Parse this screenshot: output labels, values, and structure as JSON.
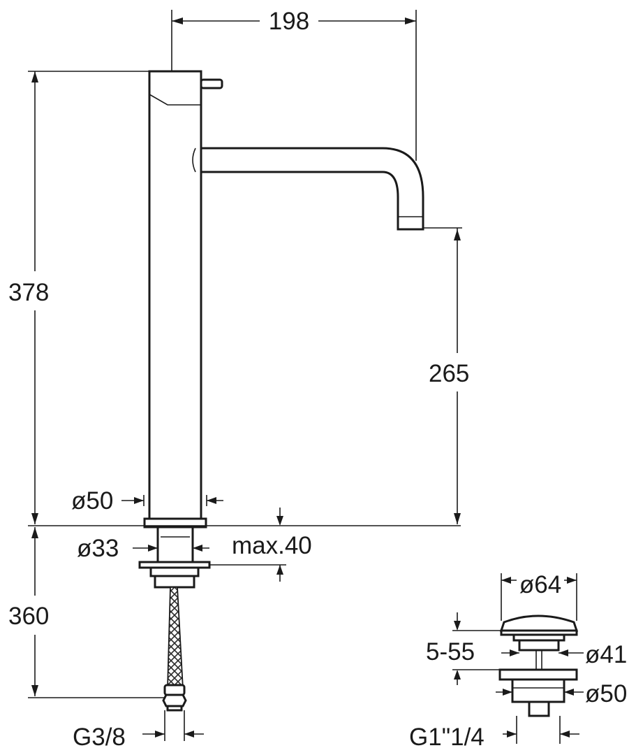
{
  "dimensions": {
    "spout_reach": "198",
    "total_height": "378",
    "spout_height": "265",
    "body_diameter": "ø50",
    "shank_diameter": "ø33",
    "max_deck_thickness": "max.40",
    "hose_length": "360",
    "hose_thread": "G3/8",
    "waste_cap_diameter": "ø64",
    "waste_range": "5-55",
    "waste_inner_diameter": "ø41",
    "waste_flange_diameter": "ø50",
    "waste_thread": "G1\"1/4"
  }
}
